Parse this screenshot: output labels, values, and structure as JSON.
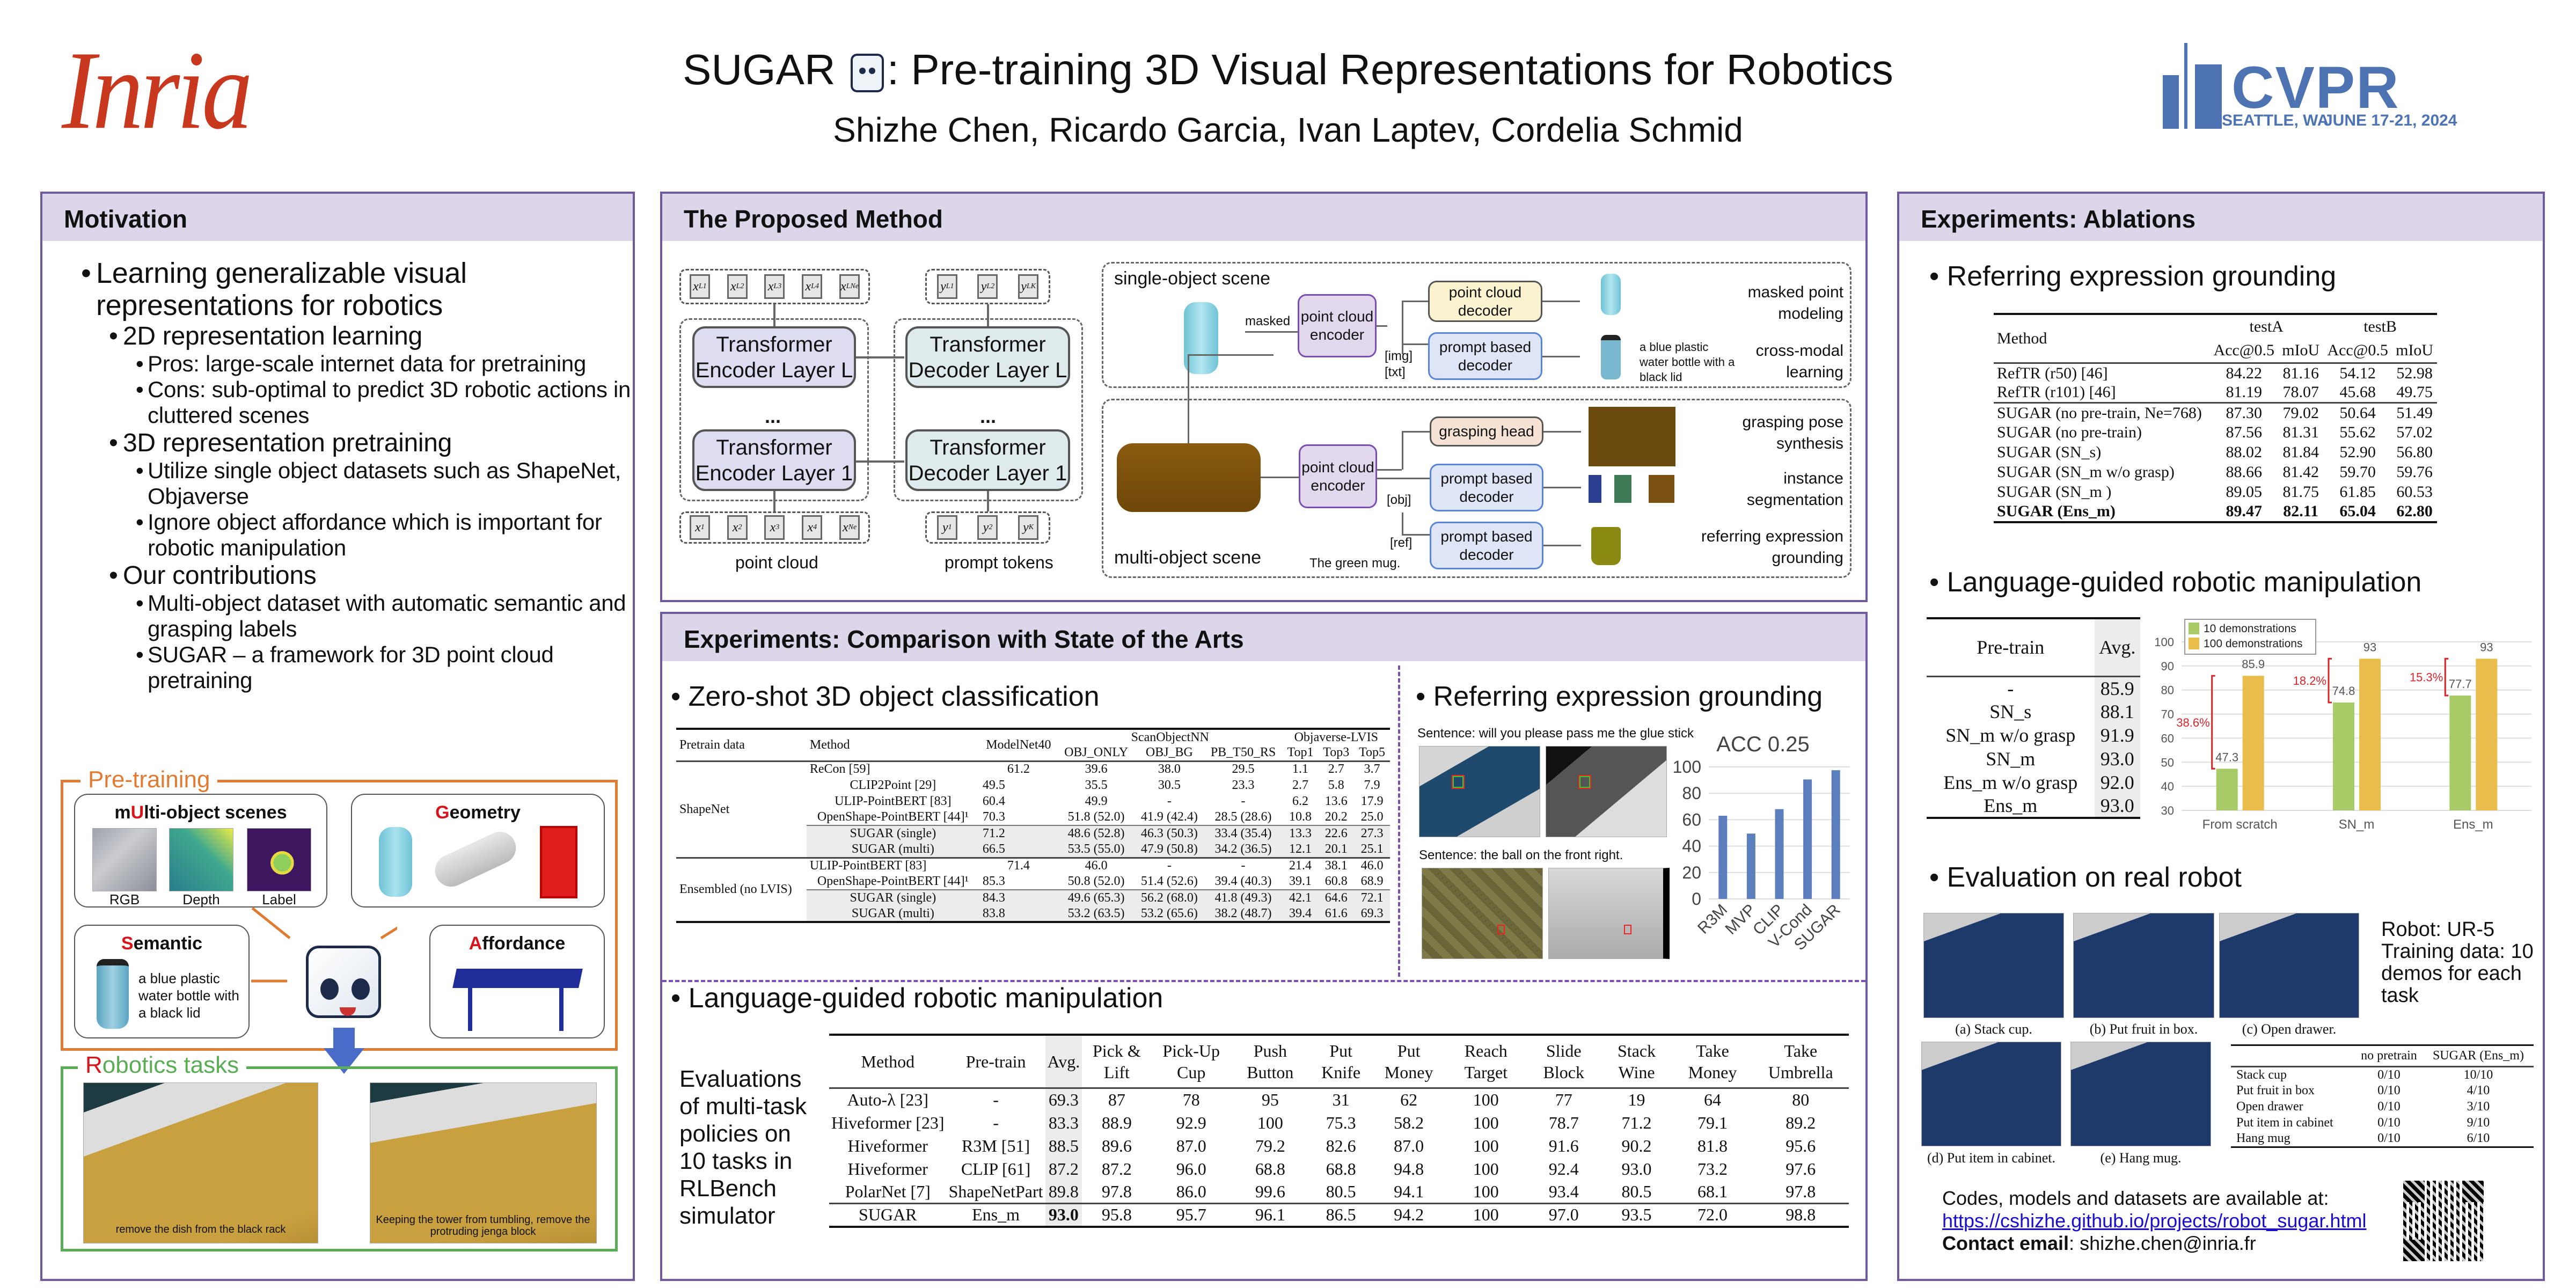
{
  "header": {
    "logo_left": "Inria",
    "title_prefix": "SUGAR",
    "title_suffix": ": Pre-training 3D Visual Representations for Robotics",
    "authors": "Shizhe Chen, Ricardo Garcia, Ivan Laptev, Cordelia Schmid",
    "conference": {
      "name": "CVPR",
      "location": "SEATTLE, WA",
      "dates": "JUNE 17-21, 2024"
    }
  },
  "motivation": {
    "title": "Motivation",
    "items": [
      "Learning generalizable visual representations for robotics",
      "2D representation learning",
      "Pros: large-scale internet data for pretraining",
      "Cons: sub-optimal to predict 3D robotic actions in cluttered scenes",
      "3D representation pretraining",
      "Utilize single object datasets such as ShapeNet, Objaverse",
      "Ignore object affordance which is important for robotic manipulation",
      "Our contributions",
      "Multi-object dataset with automatic semantic and grasping labels",
      "SUGAR – a framework for 3D point cloud pretraining"
    ],
    "figure": {
      "pretraining_label": "Pre-training",
      "multi_object": {
        "first": "m",
        "hl": "U",
        "rest": "lti-object scenes",
        "captions": [
          "RGB",
          "Depth",
          "Label"
        ]
      },
      "geometry": {
        "hl": "G",
        "rest": "eometry"
      },
      "semantic": {
        "hl": "S",
        "rest": "emantic",
        "text": "a blue plastic water bottle with a black lid"
      },
      "affordance": {
        "hl": "A",
        "rest": "ffordance"
      },
      "robotics": {
        "hl": "R",
        "rest": "obotics tasks",
        "captions": [
          "remove the dish from the black rack",
          "Keeping the tower from tumbling, remove the protruding jenga block"
        ]
      }
    }
  },
  "method": {
    "title": "The Proposed Method",
    "enc_out": [
      {
        "b": "x",
        "s": "1",
        "p": "L"
      },
      {
        "b": "x",
        "s": "2",
        "p": "L"
      },
      {
        "b": "x",
        "s": "3",
        "p": "L"
      },
      {
        "b": "x",
        "s": "4",
        "p": "L"
      },
      {
        "b": "x",
        "s": "Ne",
        "p": "L"
      }
    ],
    "enc_in": [
      {
        "b": "x",
        "s": "1"
      },
      {
        "b": "x",
        "s": "2"
      },
      {
        "b": "x",
        "s": "3"
      },
      {
        "b": "x",
        "s": "4"
      },
      {
        "b": "x",
        "s": "Ne"
      }
    ],
    "dec_out": [
      {
        "b": "y",
        "s": "1",
        "p": "L"
      },
      {
        "b": "y",
        "s": "2",
        "p": "L"
      },
      {
        "b": "y",
        "s": "K",
        "p": "L"
      }
    ],
    "dec_in": [
      {
        "b": "y",
        "s": "1"
      },
      {
        "b": "y",
        "s": "2"
      },
      {
        "b": "y",
        "s": "K"
      }
    ],
    "encoder_L": "Transformer Encoder Layer L",
    "encoder_1": "Transformer Encoder Layer 1",
    "decoder_L": "Transformer Decoder Layer L",
    "decoder_1": "Transformer Decoder Layer 1",
    "ellipsis": "...",
    "point_cloud": "point cloud",
    "prompt_tokens": "prompt tokens",
    "single_scene": "single-object scene",
    "multi_scene": "multi-object scene",
    "masked": "masked",
    "pc_encoder": "point cloud encoder",
    "pc_decoder": "point cloud decoder",
    "prompt_decoder": "prompt based decoder",
    "grasping_head": "grasping head",
    "img_tok": "[img]",
    "txt_tok": "[txt]",
    "obj_tok": "[obj]",
    "ref_tok": "[ref]",
    "ref_sentence": "The green mug.",
    "bottle_text": "a blue plastic water bottle with a black lid",
    "tasks": [
      "masked point modeling",
      "cross-modal learning",
      "grasping pose synthesis",
      "instance segmentation",
      "referring expression grounding"
    ]
  },
  "comparison": {
    "title": "Experiments: Comparison with State of the Arts",
    "zeroshot": {
      "heading": "Zero-shot 3D object classification",
      "headers": {
        "pretrain": "Pretrain data",
        "method": "Method",
        "modelnet": "ModelNet40",
        "scanobjectnn": "ScanObjectNN",
        "objaverse": "Objaverse-LVIS",
        "obj_only": "OBJ_ONLY",
        "obj_bg": "OBJ_BG",
        "pb": "PB_T50_RS",
        "top1": "Top1",
        "top3": "Top3",
        "top5": "Top5"
      },
      "sections": [
        {
          "group": "ShapeNet",
          "parts": [
            [
              [
                "ReCon [59]",
                "61.2",
                "39.6",
                "38.0",
                "29.5",
                "1.1",
                "2.7",
                "3.7"
              ],
              [
                "CLIP2Point [29]",
                "49.5",
                "35.5",
                "30.5",
                "23.3",
                "2.7",
                "5.8",
                "7.9"
              ],
              [
                "ULIP-PointBERT [83]",
                "60.4",
                "49.9",
                "-",
                "-",
                "6.2",
                "13.6",
                "17.9"
              ],
              [
                "OpenShape-PointBERT [44]¹",
                "70.3",
                "51.8 (52.0)",
                "41.9 (42.4)",
                "28.5 (28.6)",
                "10.8",
                "20.2",
                "25.0"
              ]
            ],
            [
              [
                "SUGAR (single)",
                "71.2",
                "48.6 (52.8)",
                "46.3 (50.3)",
                "33.4 (35.4)",
                "13.3",
                "22.6",
                "27.3"
              ],
              [
                "SUGAR (multi)",
                "66.5",
                "53.5 (55.0)",
                "47.9 (50.8)",
                "34.2 (36.5)",
                "12.1",
                "20.1",
                "25.1"
              ]
            ]
          ]
        },
        {
          "group": "Ensembled (no LVIS)",
          "parts": [
            [
              [
                "ULIP-PointBERT [83]",
                "71.4",
                "46.0",
                "-",
                "-",
                "21.4",
                "38.1",
                "46.0"
              ],
              [
                "OpenShape-PointBERT [44]¹",
                "85.3",
                "50.8 (52.0)",
                "51.4 (52.6)",
                "39.4 (40.3)",
                "39.1",
                "60.8",
                "68.9"
              ]
            ],
            [
              [
                "SUGAR (single)",
                "84.3",
                "49.6 (65.3)",
                "56.2 (68.0)",
                "41.8 (49.3)",
                "42.1",
                "64.6",
                "72.1"
              ],
              [
                "SUGAR (multi)",
                "83.8",
                "53.2 (63.5)",
                "53.2 (65.6)",
                "38.2 (48.7)",
                "39.4",
                "61.6",
                "69.3"
              ]
            ]
          ]
        }
      ]
    },
    "referring": {
      "heading": "Referring expression grounding",
      "sentence1": "Sentence: will you please pass me the glue stick",
      "sentence2": "Sentence: the ball on the front right."
    },
    "manipulation": {
      "heading": "Language-guided robotic manipulation",
      "caption": "Evaluations of multi-task policies on 10 tasks in RLBench simulator",
      "columns": [
        "Method",
        "Pre-train",
        "Avg.",
        "Pick & Lift",
        "Pick-Up Cup",
        "Push Button",
        "Put Knife",
        "Put Money",
        "Reach Target",
        "Slide Block",
        "Stack Wine",
        "Take Money",
        "Take Umbrella"
      ],
      "sections": [
        {
          "parts": [
            [
              [
                "Auto-λ [23]",
                "-",
                "69.3",
                "87",
                "78",
                "95",
                "31",
                "62",
                "100",
                "77",
                "19",
                "64",
                "80"
              ],
              [
                "Hiveformer [23]",
                "-",
                "83.3",
                "88.9",
                "92.9",
                "100",
                "75.3",
                "58.2",
                "100",
                "78.7",
                "71.2",
                "79.1",
                "89.2"
              ],
              [
                "Hiveformer",
                "R3M [51]",
                "88.5",
                "89.6",
                "87.0",
                "79.2",
                "82.6",
                "87.0",
                "100",
                "91.6",
                "90.2",
                "81.8",
                "95.6"
              ],
              [
                "Hiveformer",
                "CLIP [61]",
                "87.2",
                "87.2",
                "96.0",
                "68.8",
                "68.8",
                "94.8",
                "100",
                "92.4",
                "93.0",
                "73.2",
                "97.6"
              ],
              [
                "PolarNet [7]",
                "ShapeNetPart",
                "89.8",
                "97.8",
                "86.0",
                "99.6",
                "80.5",
                "94.1",
                "100",
                "93.4",
                "80.5",
                "68.1",
                "97.8"
              ]
            ]
          ]
        },
        {
          "parts": [
            [
              [
                "SUGAR",
                "Ens_m",
                "93.0",
                "95.8",
                "95.7",
                "96.1",
                "86.5",
                "94.2",
                "100",
                "97.0",
                "93.5",
                "72.0",
                "98.8"
              ]
            ]
          ]
        }
      ]
    }
  },
  "ablations": {
    "title": "Experiments: Ablations",
    "referring": {
      "heading": "Referring expression grounding",
      "headers": {
        "method": "Method",
        "testA": "testA",
        "testB": "testB",
        "acc": "Acc@0.5",
        "miou": "mIoU"
      },
      "sections": [
        {
          "parts": [
            [
              [
                "RefTR (r50) [46]",
                "84.22",
                "81.16",
                "54.12",
                "52.98"
              ],
              [
                "RefTR (r101) [46]",
                "81.19",
                "78.07",
                "45.68",
                "49.75"
              ]
            ]
          ]
        },
        {
          "parts": [
            [
              [
                "SUGAR (no pre-train, Ne=768)",
                "87.30",
                "79.02",
                "50.64",
                "51.49"
              ],
              [
                "SUGAR (no pre-train)",
                "87.56",
                "81.31",
                "55.62",
                "57.02"
              ],
              [
                "SUGAR (SN_s)",
                "88.02",
                "81.84",
                "52.90",
                "56.80"
              ],
              [
                "SUGAR (SN_m w/o grasp)",
                "88.66",
                "81.42",
                "59.70",
                "59.76"
              ],
              [
                "SUGAR (SN_m )",
                "89.05",
                "81.75",
                "61.85",
                "60.53"
              ],
              [
                "SUGAR (Ens_m)",
                "89.47",
                "82.11",
                "65.04",
                "62.80"
              ]
            ]
          ]
        }
      ]
    },
    "manipulation": {
      "heading": "Language-guided robotic manipulation",
      "columns": [
        "Pre-train",
        "Avg."
      ],
      "sections": [
        {
          "parts": [
            [
              [
                "-",
                "85.9"
              ],
              [
                "SN_s",
                "88.1"
              ],
              [
                "SN_m w/o grasp",
                "91.9"
              ],
              [
                "SN_m",
                "93.0"
              ],
              [
                "Ens_m w/o grasp",
                "92.0"
              ],
              [
                "Ens_m",
                "93.0"
              ]
            ]
          ]
        }
      ]
    },
    "real_robot": {
      "heading": "Evaluation on real robot",
      "image_captions": [
        "(a) Stack cup.",
        "(b) Put fruit in box.",
        "(c) Open drawer.",
        "(d) Put item in cabinet.",
        "(e) Hang mug."
      ],
      "info": "Robot: UR-5 Training data: 10 demos for each task",
      "columns": [
        "",
        "no pretrain",
        "SUGAR (Ens_m)"
      ],
      "sections": [
        {
          "parts": [
            [
              [
                "Stack cup",
                "0/10",
                "10/10"
              ],
              [
                "Put fruit in box",
                "0/10",
                "4/10"
              ],
              [
                "Open drawer",
                "0/10",
                "3/10"
              ],
              [
                "Put item in cabinet",
                "0/10",
                "9/10"
              ],
              [
                "Hang mug",
                "0/10",
                "6/10"
              ]
            ]
          ]
        }
      ]
    },
    "footer": {
      "codes": "Codes, models and datasets are available at:",
      "link": "https://cshizhe.github.io/projects/robot_sugar.html",
      "contact_label": "Contact email",
      "contact_email": ": shizhe.chen@inria.fr"
    }
  },
  "chart_data": [
    {
      "type": "bar",
      "title": "ACC 0.25",
      "categories": [
        "R3M",
        "MVP",
        "CLIP",
        "V-Cond",
        "SUGAR"
      ],
      "values": [
        63,
        49.5,
        68,
        90.5,
        97.5
      ],
      "yticks": [
        0,
        20,
        40,
        60,
        80,
        100
      ],
      "ylim": [
        0,
        100
      ],
      "xlabel": "",
      "ylabel": "",
      "grid": true,
      "color": "#5b7fbd"
    },
    {
      "type": "bar",
      "title": "",
      "categories": [
        "From scratch",
        "SN_m",
        "Ens_m"
      ],
      "series": [
        {
          "name": "10 demonstrations",
          "values": [
            47.3,
            74.8,
            77.7
          ],
          "labels": [
            "47.3",
            "74.8",
            "77.7"
          ],
          "color": "#a9cb67"
        },
        {
          "name": "100 demonstrations",
          "values": [
            85.9,
            93,
            93
          ],
          "labels": [
            "85.9",
            "93",
            "93"
          ],
          "color": "#e8bd4b"
        }
      ],
      "annotations": [
        "38.6%",
        "18.2%",
        "15.3%"
      ],
      "annotation_color": "#d8262b",
      "yticks": [
        30,
        40,
        50,
        60,
        70,
        80,
        90,
        100
      ],
      "ylim": [
        30,
        100
      ],
      "legend": "top-left",
      "grid": true
    }
  ]
}
